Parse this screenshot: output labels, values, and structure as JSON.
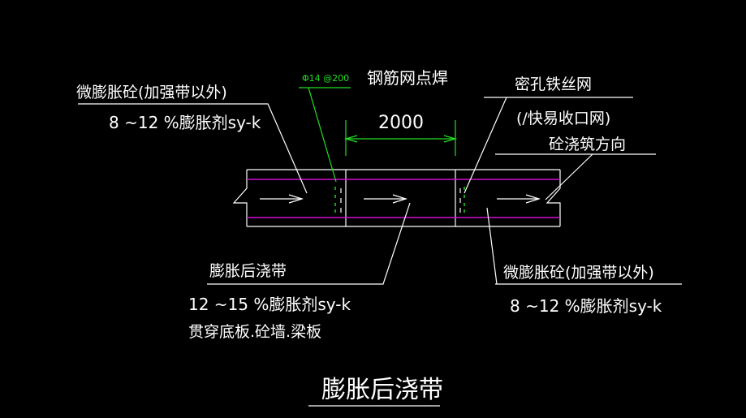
{
  "colors": {
    "background": "#000000",
    "line": "#ffffff",
    "rebar": "#d010d0",
    "dimension": "#22e022"
  },
  "labels": {
    "rebar_spec": "Φ14 @200",
    "mesh_weld": "钢筋网点焊",
    "dimension_value": "2000",
    "mesh_name": "密孔铁丝网",
    "mesh_note": "(/快易收口网)",
    "pour_direction": "砼浇筑方向",
    "left_concrete_title": "微膨胀砼(加强带以外)",
    "left_concrete_spec": "8 ~12 %膨胀剂sy-k",
    "band_title": "膨胀后浇带",
    "band_spec": "12 ~15 %膨胀剂sy-k",
    "band_scope": "贯穿底板.砼墙.梁板",
    "right_concrete_title": "微膨胀砼(加强带以外)",
    "right_concrete_spec": "8 ~12 %膨胀剂sy-k",
    "drawing_title": "膨胀后浇带"
  }
}
